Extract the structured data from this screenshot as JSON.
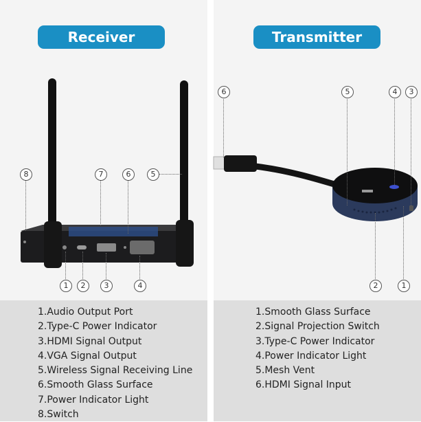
{
  "receiver": {
    "title": "Receiver",
    "callouts": [
      "8",
      "7",
      "6",
      "5",
      "1",
      "2",
      "3",
      "4"
    ],
    "items": [
      "1.Audio Output Port",
      "2.Type-C Power Indicator",
      "3.HDMI Signal Output",
      "4.VGA Signal Output",
      "5.Wireless Signal Receiving Line",
      "6.Smooth Glass Surface",
      "7.Power Indicator Light",
      "8.Switch"
    ]
  },
  "transmitter": {
    "title": "Transmitter",
    "callouts": [
      "6",
      "5",
      "4",
      "3",
      "2",
      "1"
    ],
    "items": [
      "1.Smooth Glass Surface",
      "2.Signal Projection Switch",
      "3.Type-C Power Indicator",
      "4.Power Indicator Light",
      "5.Mesh Vent",
      "6.HDMI Signal Input"
    ]
  },
  "colors": {
    "accent": "#1a8fc4",
    "panel_bg": "#f4f4f4",
    "caption_bg": "#dedede",
    "device_body": "#1c1c1e",
    "transmitter_ring": "#2b3a5c"
  }
}
